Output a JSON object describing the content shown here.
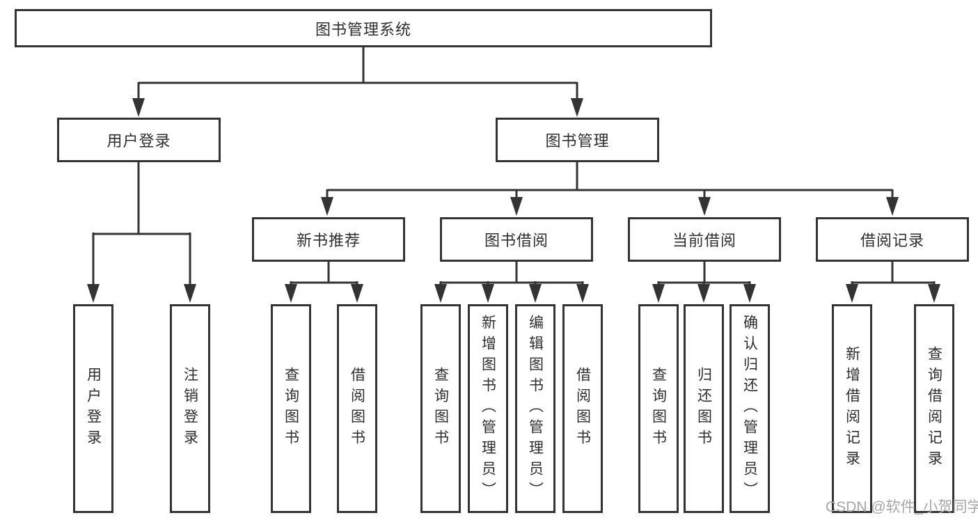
{
  "tree": {
    "root": {
      "label": "图书管理系统"
    },
    "branches": [
      {
        "label": "用户登录",
        "children": [
          {
            "label": "用户登录"
          },
          {
            "label": "注销登录"
          }
        ]
      },
      {
        "label": "图书管理",
        "children": [
          {
            "label": "新书推荐",
            "children": [
              {
                "label": "查询图书"
              },
              {
                "label": "借阅图书"
              }
            ]
          },
          {
            "label": "图书借阅",
            "children": [
              {
                "label": "查询图书"
              },
              {
                "label": "新增图书（管理员）"
              },
              {
                "label": "编辑图书（管理员）"
              },
              {
                "label": "借阅图书"
              }
            ]
          },
          {
            "label": "当前借阅",
            "children": [
              {
                "label": "查询图书"
              },
              {
                "label": "归还图书"
              },
              {
                "label": "确认归还（管理员）"
              }
            ]
          },
          {
            "label": "借阅记录",
            "children": [
              {
                "label": "新增借阅记录"
              },
              {
                "label": "查询借阅记录"
              }
            ]
          }
        ]
      }
    ]
  },
  "watermark": {
    "text": "CSDN @软件_小贺同学"
  },
  "colors": {
    "line": "#333333",
    "box_border": "#333333",
    "text": "#2e2e2e",
    "watermark": "#a6a6a6",
    "background": "#ffffff"
  }
}
